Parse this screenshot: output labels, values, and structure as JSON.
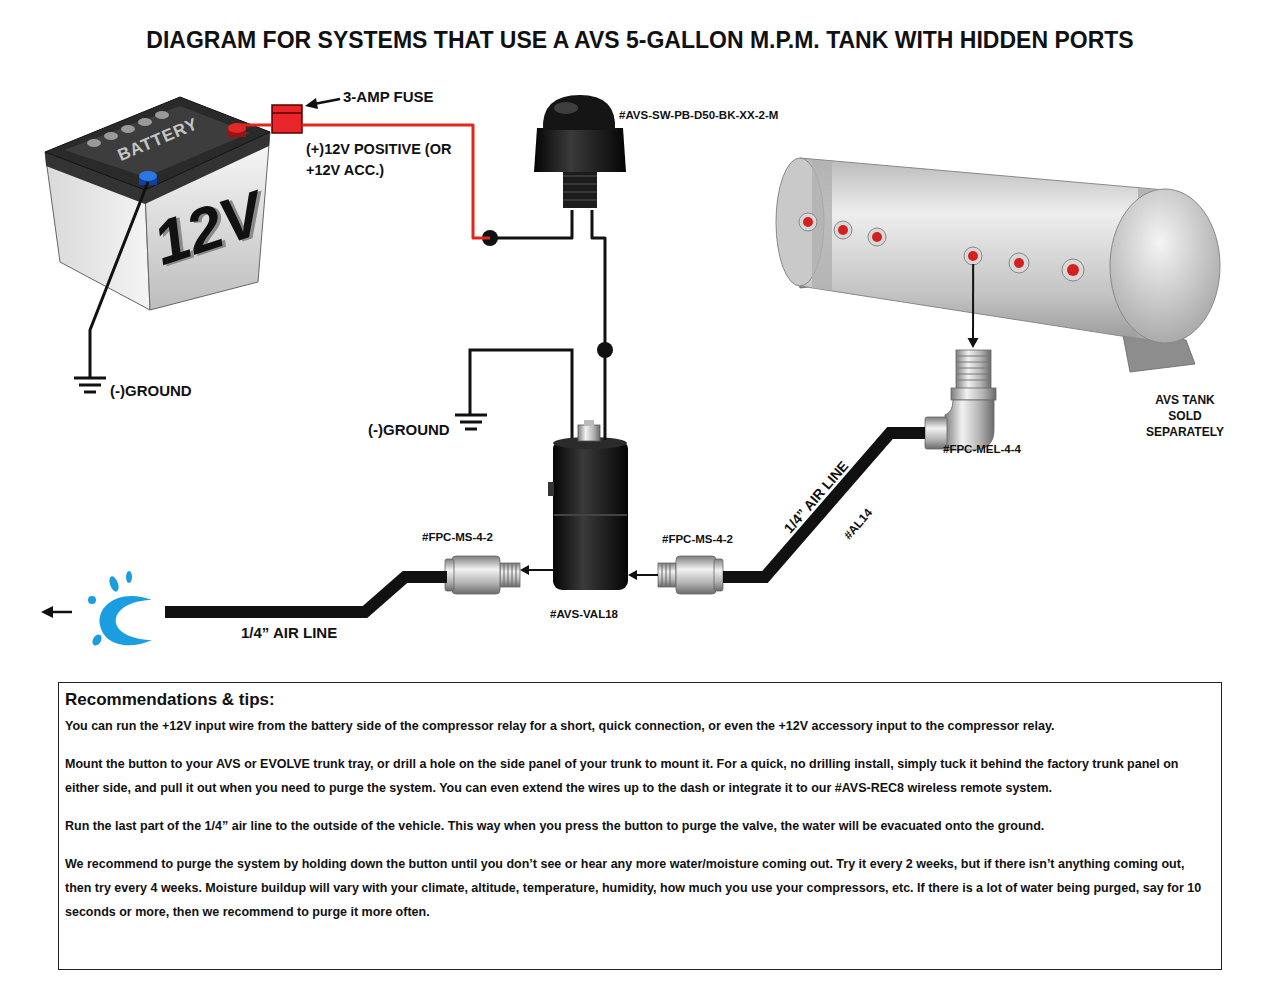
{
  "diagram": {
    "title": "DIAGRAM FOR SYSTEMS THAT USE A AVS 5-GALLON M.P.M. TANK WITH HIDDEN PORTS",
    "nodes": [
      {
        "text": [
          "BATTERY",
          "12V"
        ]
      },
      {
        "text": [
          "3-AMP FUSE"
        ]
      },
      {
        "text": [
          "#AVS-SW-PB-D50-BK-XX-2-M"
        ]
      },
      {
        "text": [
          "AVS TANK SOLD SEPARATELY"
        ]
      },
      {
        "text": [
          "#FPC-MEL-4-4"
        ]
      },
      {
        "text": [
          "#FPC-MS-4-2"
        ]
      },
      {
        "text": [
          "#FPC-MS-4-2"
        ]
      },
      {
        "text": [
          "#AVS-VAL18"
        ]
      },
      {
        "text": [
          "Recommendations & tips:",
          "You can run the +12V input wire from the battery side of the compressor relay for a short, quick connection, or even the +12V accessory input to the compressor relay.",
          "Mount the button to your AVS or EVOLVE trunk tray, or drill a hole on the side panel of your trunk to mount it. For a quick, no drilling install, simply tuck it behind the factory trunk panel on either side, and pull it out when you need to purge the system. You can even extend the wires up to the dash or integrate it to our #AVS-REC8 wireless remote system.",
          "Run the last part of the 1/4” air line to the outside of the vehicle. This way when you press the button to purge the valve, the water will be evacuated onto the ground.",
          "We recommend to purge the system by holding down the button until you don’t see or hear any more water/moisture coming out. Try it every 2 weeks, but if there isn’t anything coming out, then try every 4 weeks. Moisture buildup will vary with your climate, altitude, temperature, humidity, how much you use your compressors, etc. If there is a lot of water being purged, say for 10 seconds or more, then we recommend to purge it more often."
        ]
      }
    ],
    "edges": [
      {
        "from": 0,
        "to": 1,
        "arrow": "none"
      },
      {
        "from": 1,
        "to": 2,
        "arrow": "none"
      },
      {
        "from": 2,
        "to": 7,
        "arrow": "none"
      },
      {
        "from": 3,
        "to": 4,
        "arrow": "to"
      },
      {
        "from": 4,
        "to": 6,
        "label": "1/4” AIR LINE",
        "arrow": "none"
      },
      {
        "from": 6,
        "to": 7,
        "arrow": "to"
      },
      {
        "from": 7,
        "to": 5,
        "arrow": "to"
      }
    ],
    "labels": [
      "(+)12V POSITIVE (OR +12V ACC.)",
      "(-)GROUND",
      "(-)GROUND",
      "#AL14",
      "1/4” AIR LINE"
    ]
  }
}
